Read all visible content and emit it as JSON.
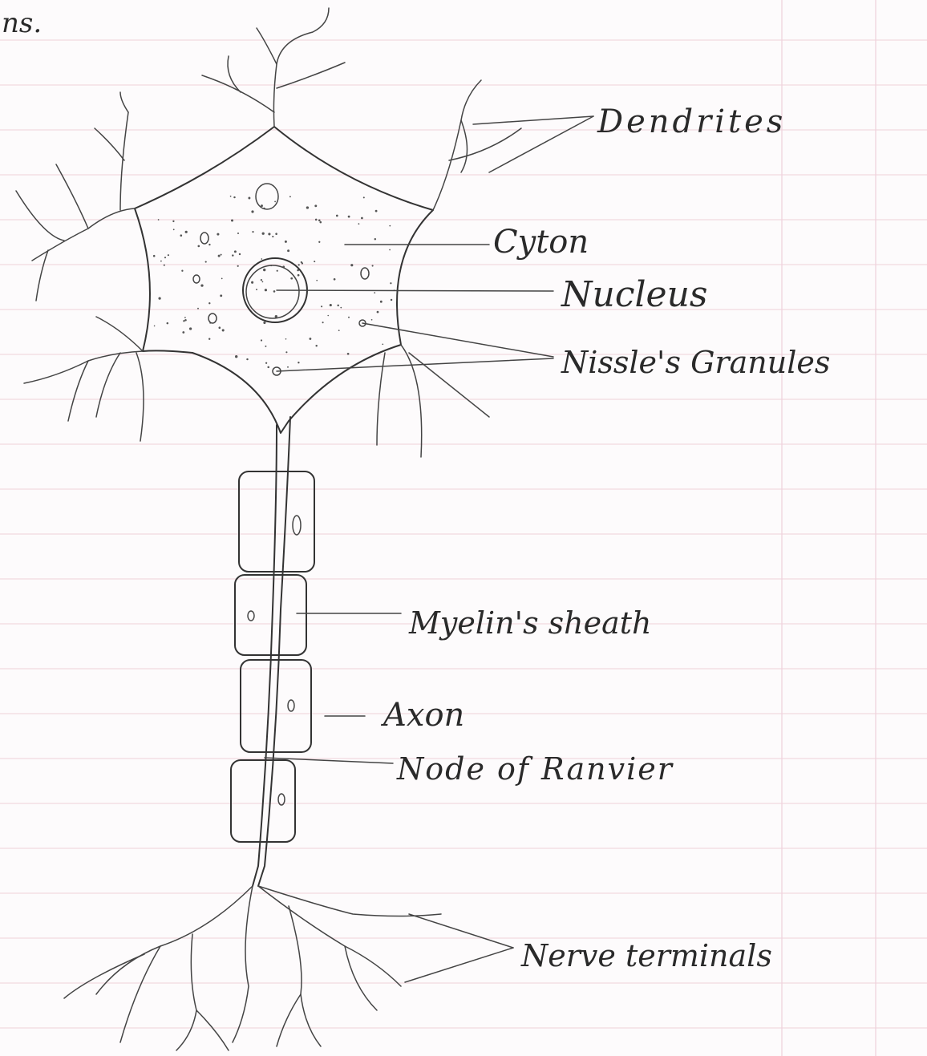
{
  "page": {
    "corner_fragment": "ns.",
    "ink_color": "#333333",
    "paper_color": "#fdfbfc",
    "rule_color": "#f1d9e0"
  },
  "diagram": {
    "labels": {
      "dendrites": "Dendrites",
      "cyton": "Cyton",
      "nucleus": "Nucleus",
      "nissles_granules": "Nissle's Granules",
      "myelin_sheath": "Myelin's sheath",
      "axon": "Axon",
      "node_of_ranvier": "Node of Ranvier",
      "nerve_terminals": "Nerve terminals"
    }
  }
}
